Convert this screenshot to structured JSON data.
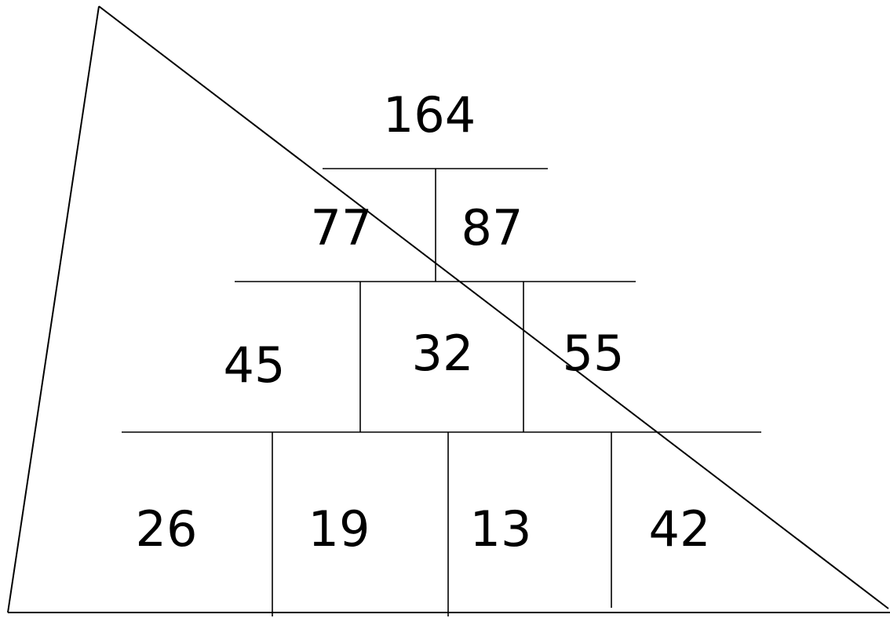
{
  "pyramid": {
    "row1": [
      "164"
    ],
    "row2": [
      "77",
      "87"
    ],
    "row3": [
      "45",
      "32",
      "55"
    ],
    "row4": [
      "26",
      "19",
      "13",
      "42"
    ]
  },
  "colors": {
    "line": "#000000",
    "text": "#000000",
    "background": "#ffffff"
  }
}
